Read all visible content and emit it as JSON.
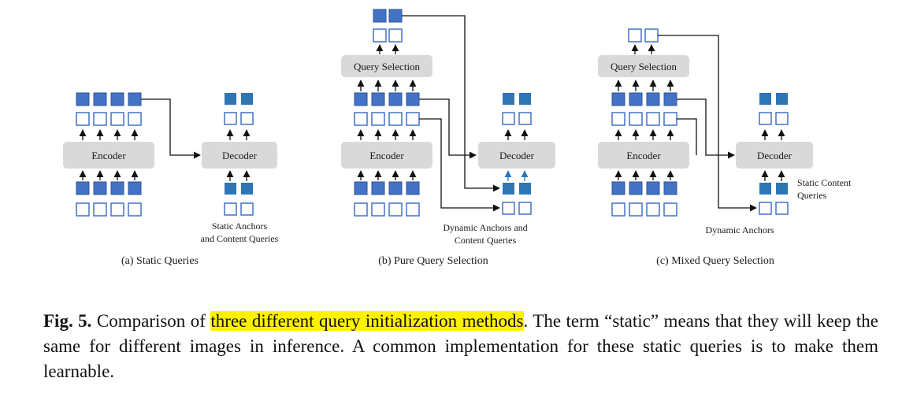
{
  "colors": {
    "filled": "#4472c4",
    "filled_mid": "#2e75b6",
    "empty_stroke": "#4472c4",
    "module_fill": "#d9d9d9",
    "highlight": "#fff200"
  },
  "panels": {
    "a": {
      "encoder_label": "Encoder",
      "decoder_label": "Decoder",
      "query_label_line1": "Static Anchors",
      "query_label_line2": "and Content Queries",
      "caption": "(a) Static Queries"
    },
    "b": {
      "encoder_label": "Encoder",
      "decoder_label": "Decoder",
      "selection_label": "Query Selection",
      "query_label_line1": "Dynamic Anchors and",
      "query_label_line2": "Content Queries",
      "caption": "(b) Pure Query Selection"
    },
    "c": {
      "encoder_label": "Encoder",
      "decoder_label": "Decoder",
      "selection_label": "Query Selection",
      "content_label_line1": "Static Content",
      "content_label_line2": "Queries",
      "anchor_label": "Dynamic Anchors",
      "caption": "(c) Mixed Query Selection"
    }
  },
  "caption": {
    "fig_label": "Fig. 5.",
    "text_before": " Comparison of ",
    "highlighted": "three different query initialization methods",
    "text_after": ". The term “static” means that they will keep the same for different images in inference. A common implementation for these static queries is to make them learnable."
  }
}
